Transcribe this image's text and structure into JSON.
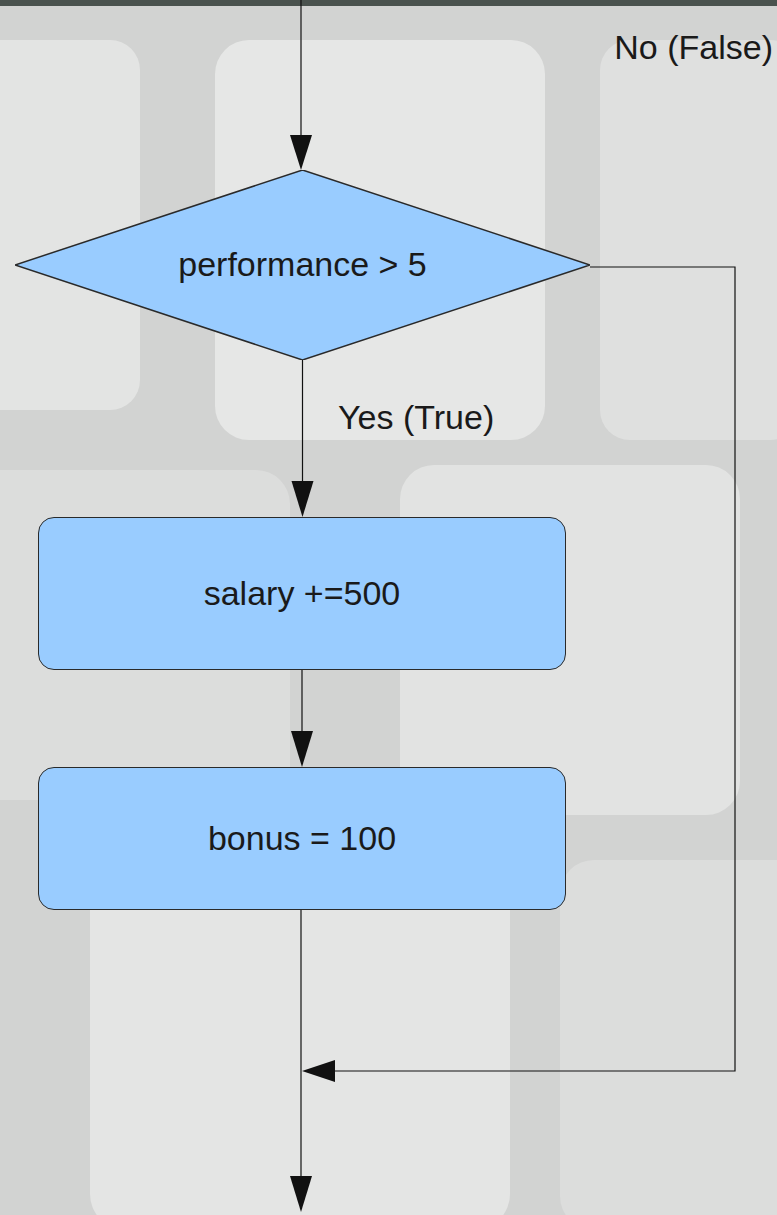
{
  "diagram": {
    "nodes": [
      {
        "text": [
          "performance > 5"
        ]
      },
      {
        "text": [
          "salary +=500"
        ]
      },
      {
        "text": [
          "bonus = 100"
        ]
      }
    ],
    "edges": [
      {
        "from": 0,
        "to": 1,
        "arrow": "to",
        "label": "Yes (True)"
      },
      {
        "from": 1,
        "to": 2,
        "arrow": "to"
      }
    ],
    "labels": [
      "No (False)"
    ]
  }
}
